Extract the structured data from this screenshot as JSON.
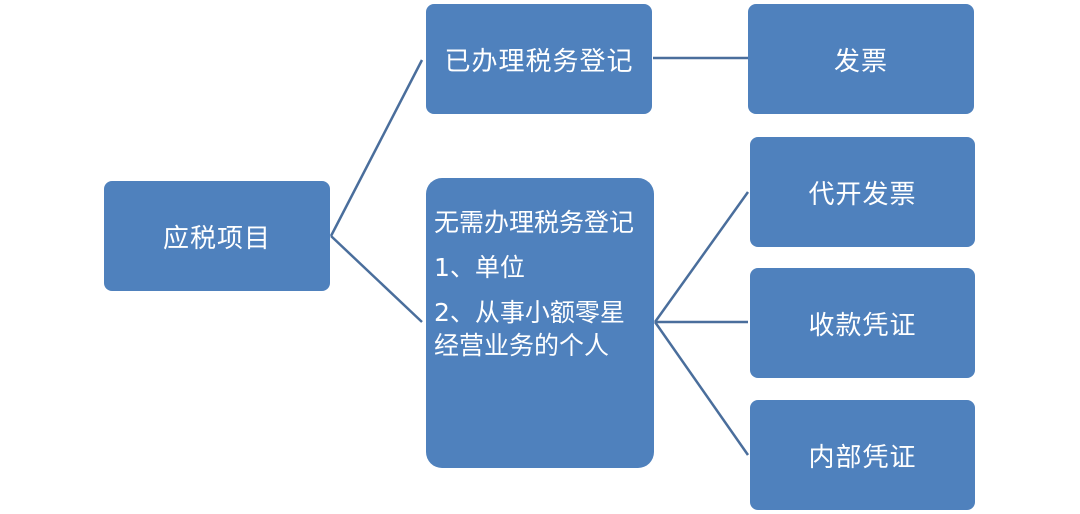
{
  "colors": {
    "node_fill": "#4f81bd",
    "connector": "#4a6e9c",
    "text": "#ffffff"
  },
  "root": {
    "label": "应税项目"
  },
  "branches": [
    {
      "label": "已办理税务登记",
      "children": [
        "发票"
      ]
    },
    {
      "title": "无需办理税务登记",
      "items": [
        "1、单位",
        "2、从事小额零星经营业务的个人"
      ],
      "children": [
        "代开发票",
        "收款凭证",
        "内部凭证"
      ]
    }
  ]
}
